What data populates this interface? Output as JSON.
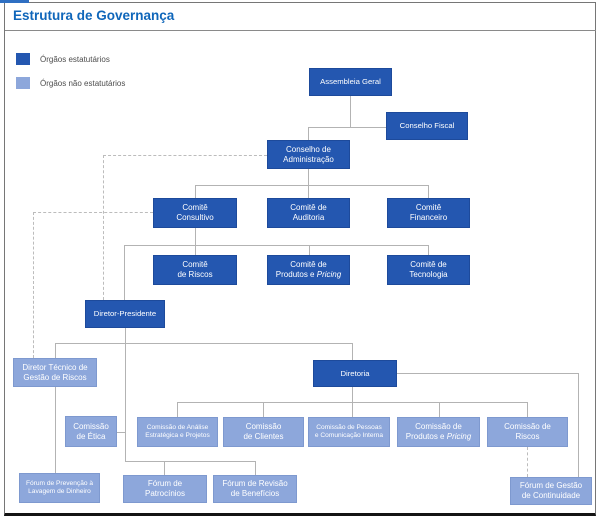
{
  "page": {
    "title": "Estrutura de Governança"
  },
  "legend": {
    "items": [
      {
        "label": "Órgãos estatutários",
        "color": "#2457b0"
      },
      {
        "label": "Órgãos não estatutários",
        "color": "#8da7db"
      }
    ]
  },
  "colors": {
    "statutory_box": "#2457b0",
    "non_statutory_box": "#8da7db",
    "title_text": "#0f66ba",
    "connector_line": "#b3b3b3"
  },
  "nodes": {
    "assembleia": "Assembleia Geral",
    "conselho_fiscal": "Conselho Fiscal",
    "conselho_admin": "Conselho de\nAdministração",
    "comite_consultivo": "Comitê\nConsultivo",
    "comite_auditoria": "Comitê de\nAuditoria",
    "comite_financeiro": "Comitê\nFinanceiro",
    "comite_riscos": "Comitê\nde Riscos",
    "comite_produtos": {
      "l1": "Comitê de",
      "l2a": "Produtos e",
      "l2b": "Pricing"
    },
    "comite_tecnologia": "Comitê de\nTecnologia",
    "diretor_presidente": "Diretor-Presidente",
    "diretor_tecnico": "Diretor Técnico de\nGestão de Riscos",
    "diretoria": "Diretoria",
    "comissao_etica": "Comissão\nde Ética",
    "comissao_analise": "Comissão de Análise\nEstratégica e Projetos",
    "comissao_clientes": "Comissão\nde Clientes",
    "comissao_pessoas": "Comissão de Pessoas\ne Comunicação Interna",
    "comissao_produtos": {
      "l1": "Comissão de",
      "l2a": "Produtos e",
      "l2b": "Pricing"
    },
    "comissao_riscos": "Comissão de\nRiscos",
    "forum_prevencao": "Fórum de Prevenção à\nLavagem de Dinheiro",
    "forum_patrocinios": "Fórum de\nPatrocínios",
    "forum_revisao": "Fórum de Revisão\nde Benefícios",
    "forum_gestao": "Fórum de Gestão\nde Continuidade"
  }
}
